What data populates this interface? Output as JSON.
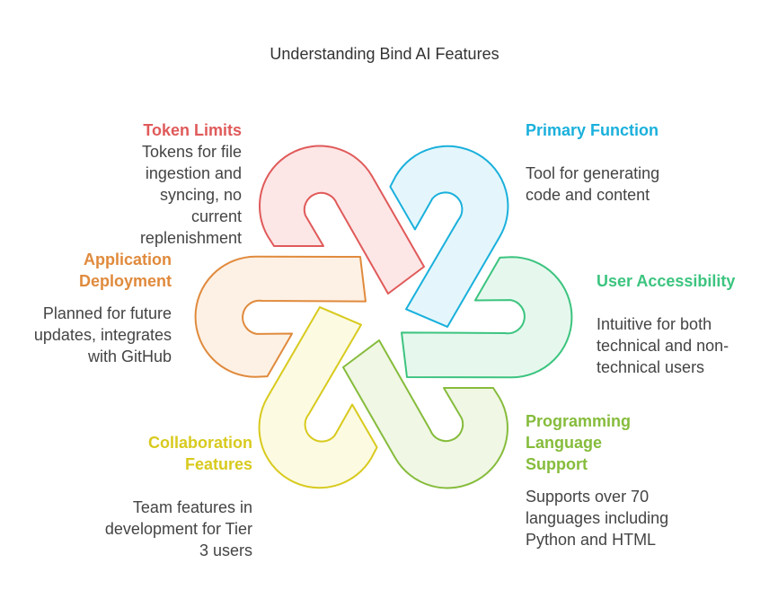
{
  "title": "Understanding Bind AI Features",
  "features": {
    "token_limits": {
      "heading": "Token Limits",
      "description": "Tokens for file ingestion and syncing, no current replenishment",
      "color": "#e05a5a",
      "fill": "#fde3e3"
    },
    "primary_function": {
      "heading": "Primary Function",
      "description": "Tool for generating code and content",
      "color": "#1ab0dc",
      "fill": "#e1f5fb"
    },
    "user_accessibility": {
      "heading": "User Accessibility",
      "description": "Intuitive for both technical and non-technical users",
      "color": "#3cc47f",
      "fill": "#e3f7ec"
    },
    "programming_language_support": {
      "heading": "Programming Language Support",
      "description": "Supports over 70 languages including Python and HTML",
      "color": "#86bc3c",
      "fill": "#eef6e2"
    },
    "collaboration_features": {
      "heading": "Collaboration Features",
      "description": "Team features in development for Tier 3 users",
      "color": "#d8ca1e",
      "fill": "#fcf9de"
    },
    "application_deployment": {
      "heading": "Application Deployment",
      "description": "Planned for future updates, integrates with GitHub",
      "color": "#e08a3c",
      "fill": "#fdefe2"
    }
  }
}
